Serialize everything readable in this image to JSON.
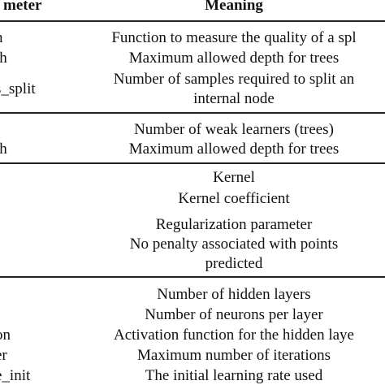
{
  "header": {
    "parameter": "meter",
    "meaning": "Meaning"
  },
  "groups": [
    {
      "rows": [
        {
          "param": "n",
          "meaning": "Function to measure the quality of a spl"
        },
        {
          "param": "th",
          "meaning": "Maximum allowed depth for trees"
        },
        {
          "param": "s_split",
          "meaning": "Number of samples required to split an"
        },
        {
          "param": "",
          "meaning": "internal node"
        }
      ]
    },
    {
      "rows": [
        {
          "param": "",
          "meaning": "Number of weak learners (trees)"
        },
        {
          "param": "th",
          "meaning": "Maximum allowed depth for trees"
        }
      ]
    },
    {
      "rows": [
        {
          "param": "",
          "meaning": "Kernel"
        },
        {
          "param": "",
          "meaning": "Kernel coefficient"
        },
        {
          "param": "",
          "meaning": "Regularization parameter"
        },
        {
          "param": "",
          "meaning": "No penalty associated with points"
        },
        {
          "param": "",
          "meaning": "predicted"
        }
      ]
    },
    {
      "rows": [
        {
          "param": "",
          "meaning": "Number of hidden layers"
        },
        {
          "param": "",
          "meaning": "Number of neurons per layer"
        },
        {
          "param": "on",
          "meaning": "Activation function for the hidden laye"
        },
        {
          "param": "er",
          "meaning": "Maximum number of iterations"
        },
        {
          "param": "e_init",
          "meaning": "The initial learning rate used"
        }
      ]
    }
  ]
}
